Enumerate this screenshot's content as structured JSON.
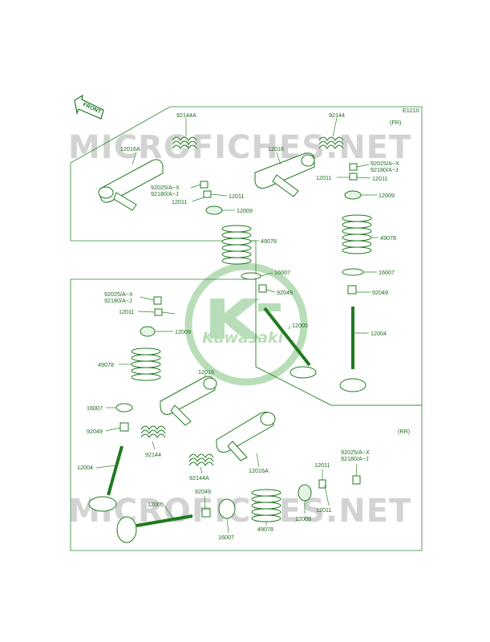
{
  "diagram_code": "E1210",
  "watermark_text": "MICROFICHES.NET",
  "logo_text": "Kawasaki",
  "front_label": "FRONT",
  "section_fr": "(FR)",
  "section_rr": "(RR)",
  "labels": {
    "l92144A_fr": "92144A",
    "l92144_fr": "92144",
    "l12016A_fr": "12016A",
    "l12016_fr": "12016",
    "l92025_fr_l": "92025/A~X",
    "l92180_fr_l": "92180/A~J",
    "l12011_fr_l1": "12011",
    "l12011_fr_l2": "12011",
    "l12009_fr_l": "12009",
    "l92025_fr_r": "92025/A~X",
    "l92180_fr_r": "92180/A~J",
    "l12011_fr_r": "12011",
    "l12011_fr_r2": "12011",
    "l12009_fr_r": "12009",
    "l49078_fr_l": "49078",
    "l49078_fr_r": "49078",
    "l16007_fr_l": "16007",
    "l16007_fr_r": "16007",
    "l92049_fr_l": "92049",
    "l92049_fr_r": "92049",
    "l12005_fr": "12005",
    "l12004_fr": "12004",
    "l92025_rr_l": "92025/A~X",
    "l92180_rr_l": "92180/A~J",
    "l12011_rr_l": "12011",
    "l12009_rr_l": "12009",
    "l49078_rr_l": "49078",
    "l12016_rr": "12016",
    "l16007_rr_l": "16007",
    "l92049_rr_l": "92049",
    "l92144_rr": "92144",
    "l12004_rr": "12004",
    "l92144A_rr": "92144A",
    "l12016A_rr": "12016A",
    "l92049_rr_b": "92049",
    "l12005_rr": "12005",
    "l16007_rr_b": "16007",
    "l49078_rr_b": "49078",
    "l12009_rr_b": "12009",
    "l12011_rr_b1": "12011",
    "l12011_rr_b2": "12011",
    "l92025_rr_r": "92025/A~X",
    "l92180_rr_r": "92180/A~J"
  }
}
